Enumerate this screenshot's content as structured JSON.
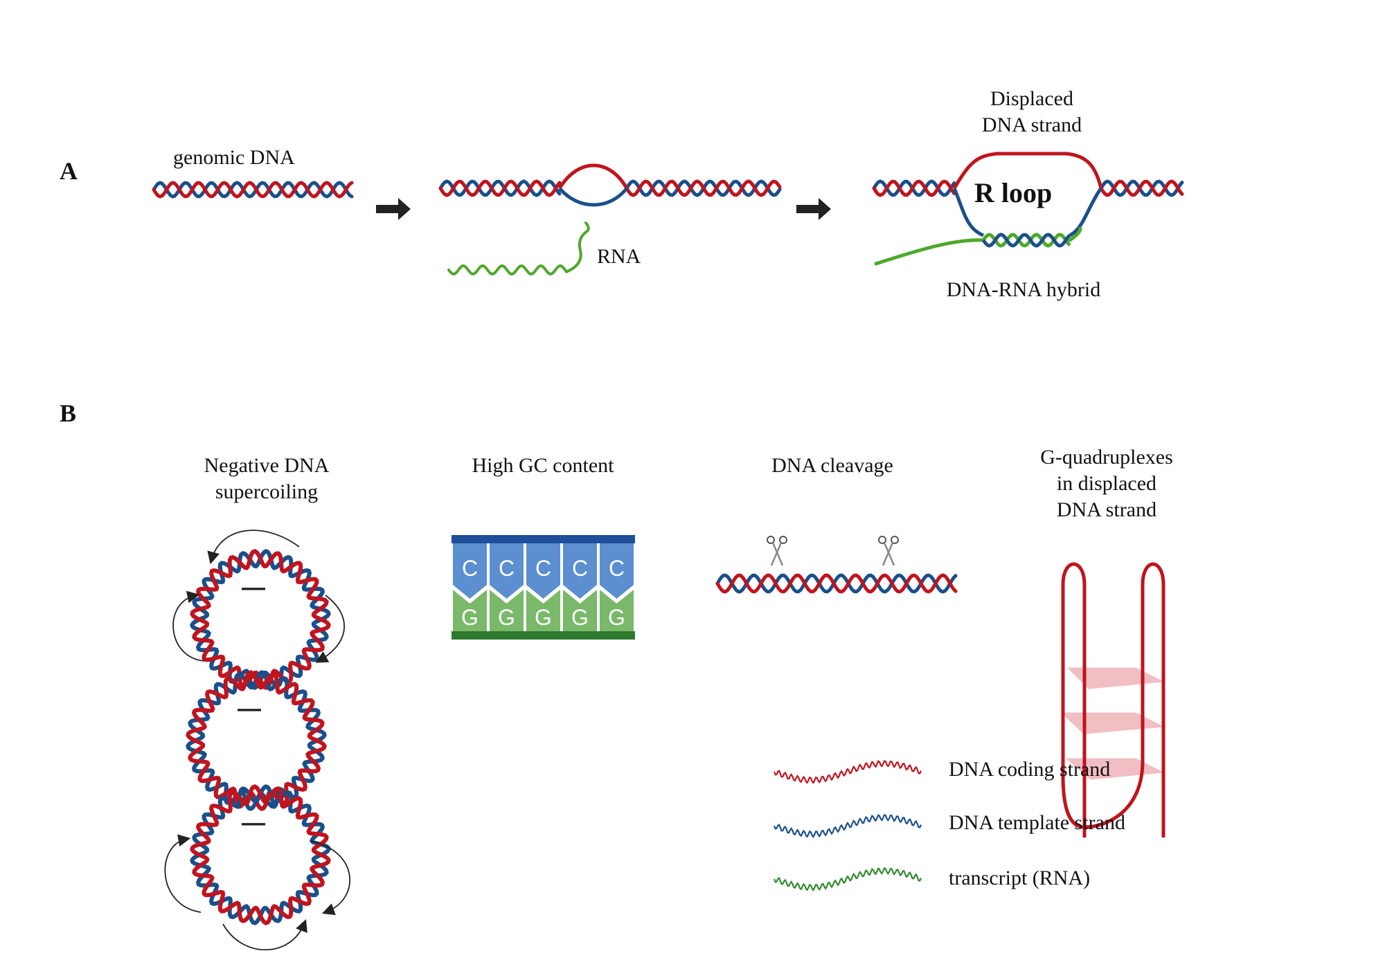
{
  "panels": {
    "a": "A",
    "b": "B"
  },
  "panel_a": {
    "genomic_dna": "genomic DNA",
    "rna": "RNA",
    "displaced_line1": "Displaced",
    "displaced_line2": "DNA strand",
    "r_loop": "R loop",
    "hybrid": "DNA-RNA hybrid"
  },
  "panel_b": {
    "supercoiling_line1": "Negative DNA",
    "supercoiling_line2": "supercoiling",
    "minus_sign": "—",
    "gc_title": "High GC content",
    "gc_top_letters": [
      "C",
      "C",
      "C",
      "C",
      "C"
    ],
    "gc_bottom_letters": [
      "G",
      "G",
      "G",
      "G",
      "G"
    ],
    "cleavage_title": "DNA cleavage",
    "gq_line1": "G-quadruplexes",
    "gq_line2": "in displaced",
    "gq_line3": "DNA strand"
  },
  "legend": [
    {
      "label": "DNA coding strand",
      "color": "#c0141e",
      "icon": "red-wave-icon"
    },
    {
      "label": "DNA template strand",
      "color": "#1a4f8a",
      "icon": "blue-wave-icon"
    },
    {
      "label": "transcript (RNA)",
      "color": "#2e8b2e",
      "icon": "green-wave-icon"
    }
  ],
  "colors": {
    "coding": "#c0141e",
    "template": "#1a4f8a",
    "rna": "#4ea82a",
    "gc_blue": "#5b8fd0",
    "gc_blue_dark": "#1f4e9a",
    "gc_green": "#7ab86a",
    "gc_green_dark": "#2e7a2e",
    "quad_plane": "#f0b8bd"
  }
}
